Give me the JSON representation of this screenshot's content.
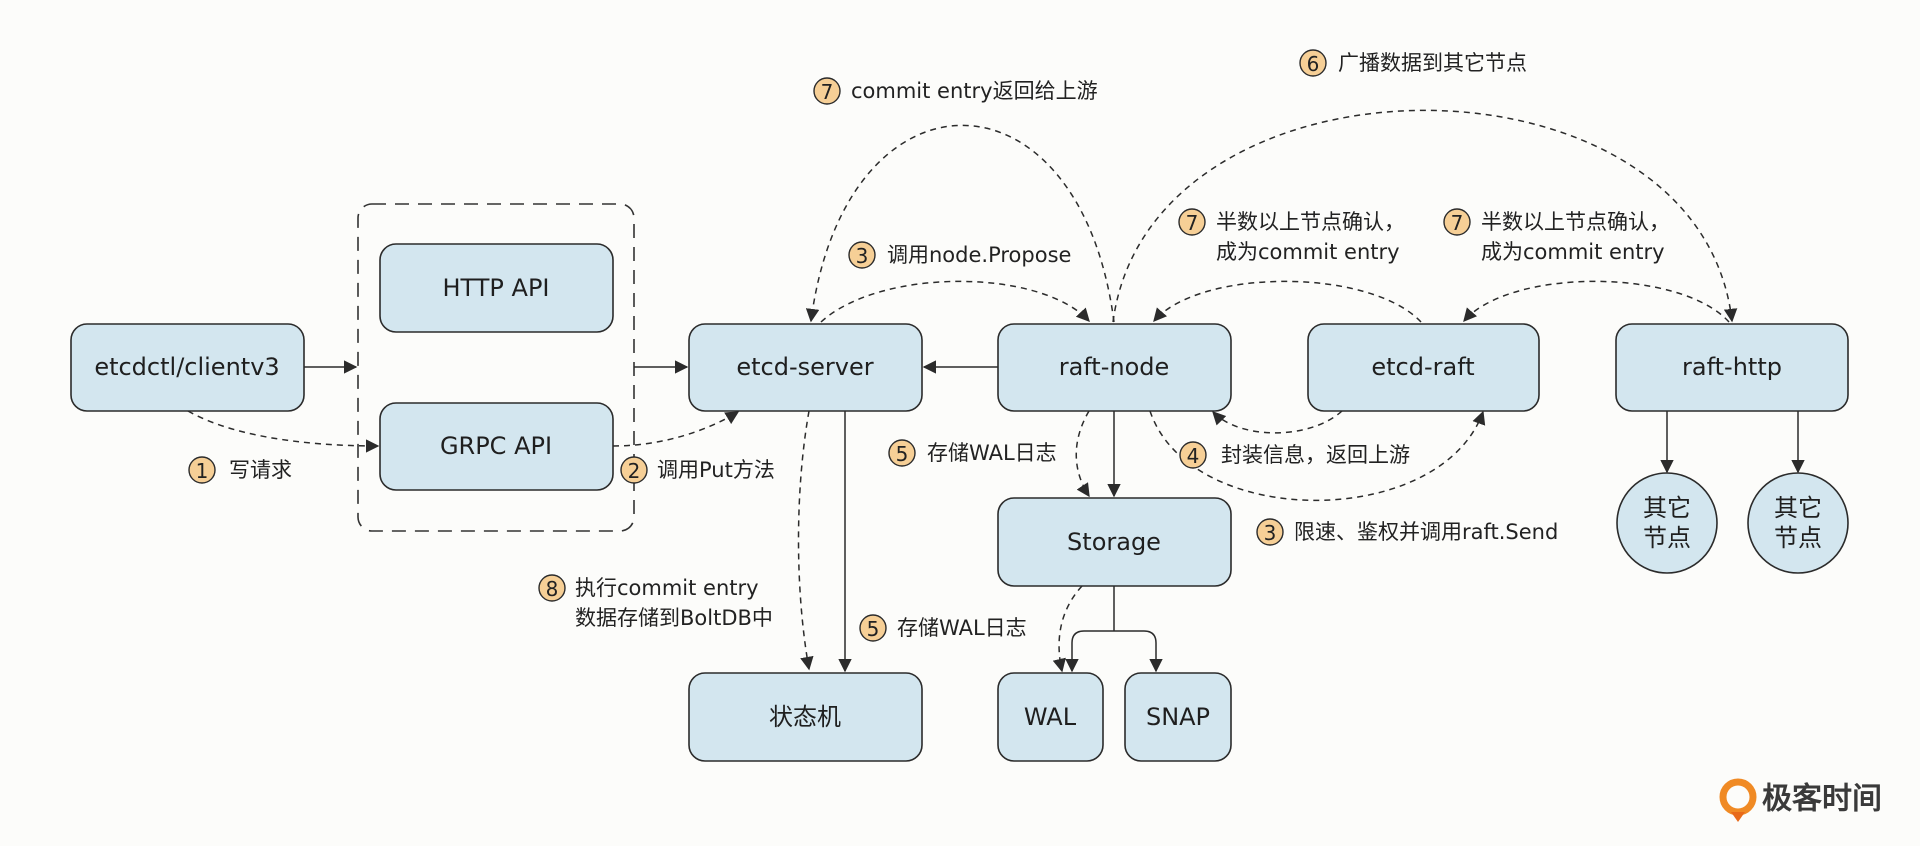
{
  "nodes": {
    "client": "etcdctl/clientv3",
    "http_api": "HTTP API",
    "grpc_api": "GRPC API",
    "etcd_server": "etcd-server",
    "raft_node": "raft-node",
    "etcd_raft": "etcd-raft",
    "raft_http": "raft-http",
    "storage": "Storage",
    "state_machine": "状态机",
    "wal": "WAL",
    "snap": "SNAP",
    "other_node_1": [
      "其它",
      "节点"
    ],
    "other_node_2": [
      "其它",
      "节点"
    ]
  },
  "annotations": {
    "a1": {
      "num": "1",
      "lines": [
        "写请求"
      ]
    },
    "a2": {
      "num": "2",
      "lines": [
        "调用Put方法"
      ]
    },
    "a3_propose": {
      "num": "3",
      "lines": [
        "调用node.Propose"
      ]
    },
    "a3_send": {
      "num": "3",
      "lines": [
        "限速、鉴权并调用raft.Send"
      ]
    },
    "a4": {
      "num": "4",
      "lines": [
        "封装信息，返回上游"
      ]
    },
    "a5_top": {
      "num": "5",
      "lines": [
        "存储WAL日志"
      ]
    },
    "a5_bottom": {
      "num": "5",
      "lines": [
        "存储WAL日志"
      ]
    },
    "a6": {
      "num": "6",
      "lines": [
        "广播数据到其它节点"
      ]
    },
    "a7_return": {
      "num": "7",
      "lines": [
        "commit entry返回给上游"
      ]
    },
    "a7_left": {
      "num": "7",
      "lines": [
        "半数以上节点确认，",
        "成为commit entry"
      ]
    },
    "a7_right": {
      "num": "7",
      "lines": [
        "半数以上节点确认，",
        "成为commit entry"
      ]
    },
    "a8": {
      "num": "8",
      "lines": [
        "执行commit entry",
        "数据存储到BoltDB中"
      ]
    }
  },
  "logo": {
    "text": "极客时间",
    "color": "#f08a24"
  },
  "colors": {
    "node_fill": "#d3e6ef",
    "badge_fill": "#f6cf96",
    "background": "#fcfcfa"
  }
}
